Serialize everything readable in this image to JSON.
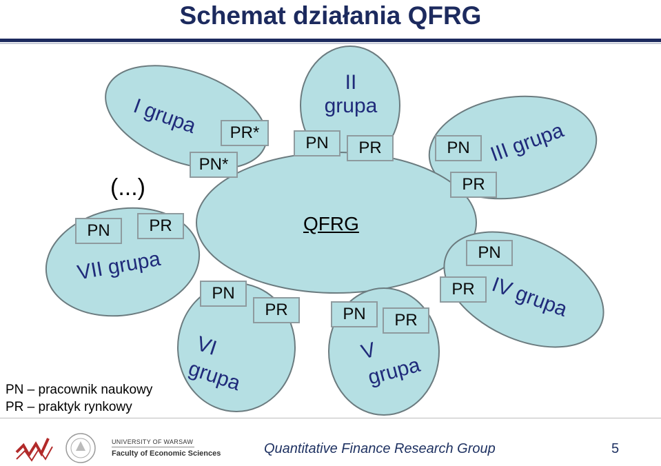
{
  "header": {
    "title": "Schemat działania QFRG"
  },
  "diagram": {
    "center": {
      "label": "QFRG"
    },
    "ellipsis": "(...)",
    "groups": [
      {
        "label": "I grupa",
        "boxes": [
          "PR*",
          "PN*"
        ]
      },
      {
        "label": "II grupa",
        "boxes": [
          "PN",
          "PR"
        ]
      },
      {
        "label": "III grupa",
        "boxes": [
          "PN",
          "PR"
        ]
      },
      {
        "label": "IV grupa",
        "boxes": [
          "PN",
          "PR"
        ]
      },
      {
        "label": "V grupa",
        "boxes": [
          "PN",
          "PR"
        ]
      },
      {
        "label": "VI grupa",
        "boxes": [
          "PN",
          "PR"
        ]
      },
      {
        "label": "VII grupa",
        "boxes": [
          "PN",
          "PR"
        ]
      }
    ]
  },
  "legend": {
    "pn": "PN – pracownik naukowy",
    "pr": "PR – praktyk rynkowy"
  },
  "footer": {
    "group_name": "Quantitative Finance Research Group",
    "page_number": "5",
    "university": "UNIVERSITY OF WARSAW",
    "faculty": "Faculty of Economic Sciences"
  },
  "colors": {
    "ellipse_fill": "#b5dfe3",
    "ellipse_stroke": "#6b7b7f",
    "title": "#1c2a5e"
  }
}
